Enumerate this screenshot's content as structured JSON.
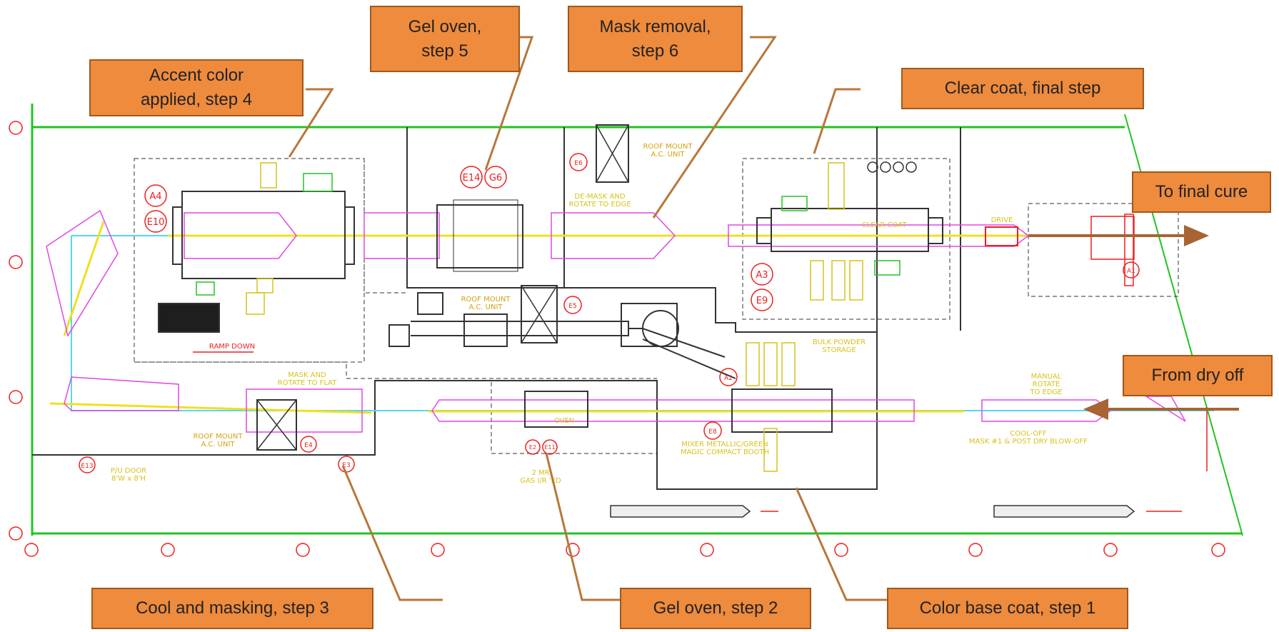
{
  "callouts": {
    "accent": "Accent color\napplied, step 4",
    "gel5": "Gel oven,\nstep 5",
    "mask6": "Mask removal,\nstep 6",
    "clear": "Clear coat, final step",
    "final_cure": "To final cure",
    "dry_off": "From dry off",
    "cool3": "Cool and masking, step 3",
    "gel2": "Gel oven, step 2",
    "base1": "Color base coat, step 1"
  },
  "drawing_labels": {
    "demask": "DE-MASK AND\nROTATE TO EDGE",
    "roof_ac_top": "ROOF MOUNT\nA.C. UNIT",
    "roof_ac_mid": "ROOF MOUNT\nA.C. UNIT",
    "roof_ac_left": "ROOF MOUNT\nA.C. UNIT",
    "clear_coat": "CLEAR COAT",
    "drive": "DRIVE",
    "ramp_down": "RAMP DOWN",
    "mask_flat": "MASK AND\nROTATE TO FLAT",
    "powder_storage": "BULK POWDER\nSTORAGE",
    "manual_rotate": "MANUAL\nROTATE\nTO EDGE",
    "cool_off": "COOL-OFF\nMASK #1 & POST DRY BLOW-OFF",
    "door": "P/U DOOR\n8'W x 8'H",
    "gas_ir": "2 MR\nGAS I/R 'ED",
    "booth": "MIXER METALLIC/GREEN\nMAGIC COMPACT BOOTH",
    "oven_small": "OVEN"
  },
  "equipment_tags": [
    "A4",
    "E10",
    "E14",
    "G6",
    "A3",
    "E9",
    "E8",
    "E5",
    "E4",
    "E13",
    "E3",
    "E2",
    "E11",
    "A2",
    "A1",
    "E6"
  ],
  "colors": {
    "callout_fill": "#ee8b3d",
    "callout_border": "#a3571a",
    "wall_green": "#22c322",
    "conveyor_cyan": "#55d8ee",
    "part_magenta": "#e246e6",
    "tag_red": "#ee1f1f",
    "leader_brown": "#b8773a",
    "equipment_yellow": "#f0e020"
  }
}
